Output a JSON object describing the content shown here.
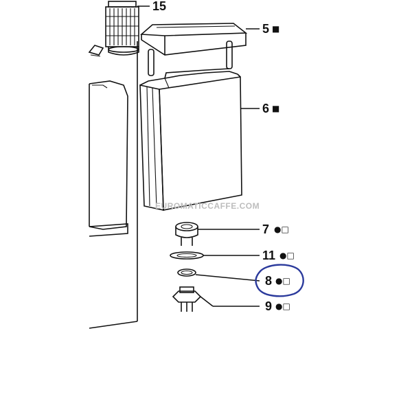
{
  "parts": [
    {
      "id": "15",
      "label": "15",
      "markers": ""
    },
    {
      "id": "5",
      "label": "5",
      "markers": "■"
    },
    {
      "id": "6",
      "label": "6",
      "markers": "■"
    },
    {
      "id": "7",
      "label": "7",
      "markers": "●□"
    },
    {
      "id": "11",
      "label": "11",
      "markers": "●□"
    },
    {
      "id": "8",
      "label": "8",
      "markers": "●□"
    },
    {
      "id": "9",
      "label": "9",
      "markers": "●□"
    }
  ],
  "watermark": "EUROMATICCAFFE.COM",
  "highlighted_part": "8",
  "colors": {
    "line": "#111111",
    "highlight": "#2b3a9c",
    "watermark": "#bdbdbd"
  }
}
